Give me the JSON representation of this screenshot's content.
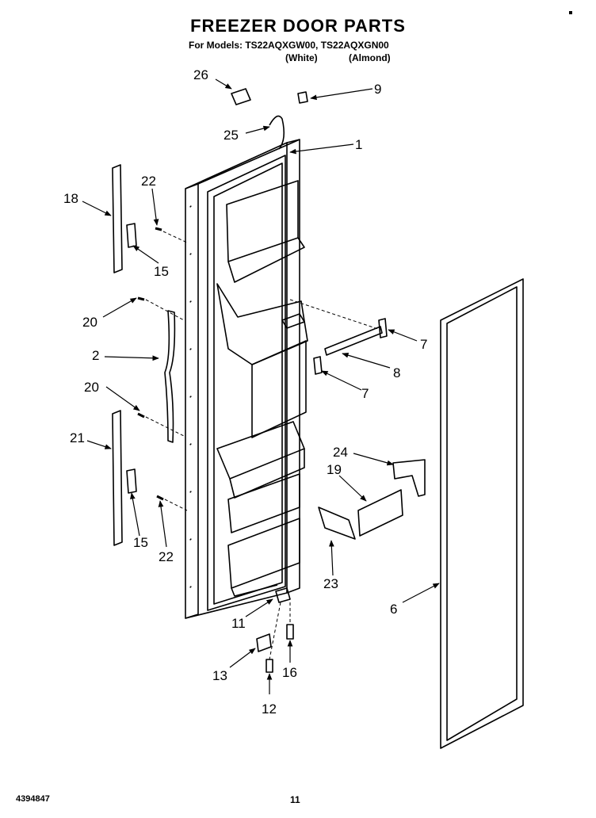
{
  "header": {
    "title": "FREEZER DOOR PARTS",
    "models": "For Models: TS22AQXGW00, TS22AQXGN00",
    "color_white": "(White)",
    "color_almond": "(Almond)"
  },
  "footer": {
    "doc_number": "4394847",
    "page": "11"
  },
  "callouts": {
    "c26": "26",
    "c9": "9",
    "c25": "25",
    "c1": "1",
    "c22a": "22",
    "c18": "18",
    "c15a": "15",
    "c20a": "20",
    "c2": "2",
    "c20b": "20",
    "c21": "21",
    "c15b": "15",
    "c22b": "22",
    "c7a": "7",
    "c8": "8",
    "c7b": "7",
    "c24": "24",
    "c19": "19",
    "c23": "23",
    "c6": "6",
    "c11": "11",
    "c13": "13",
    "c16": "16",
    "c12": "12"
  }
}
